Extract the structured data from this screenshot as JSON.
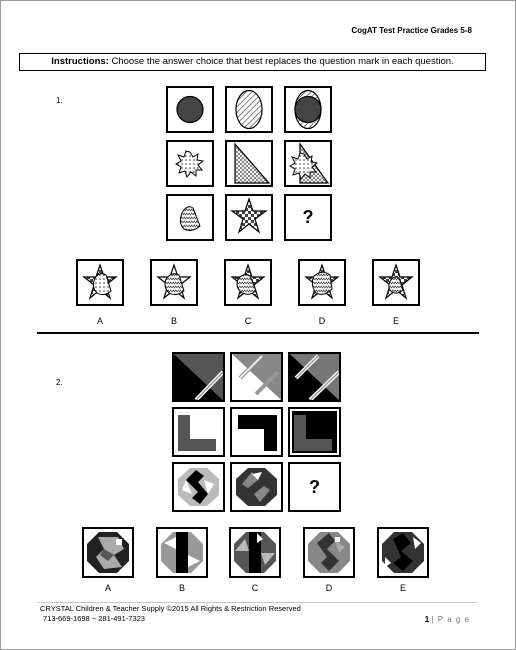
{
  "header": {
    "title": "CogAT Test Practice Grades 5-8"
  },
  "instructions": {
    "label": "Instructions:",
    "text": "Choose the answer choice that best replaces the question mark in each question."
  },
  "question1": {
    "number": "1.",
    "missing": "?",
    "choices": [
      "A",
      "B",
      "C",
      "D",
      "E"
    ]
  },
  "question2": {
    "number": "2.",
    "missing": "?",
    "choices": [
      "A",
      "B",
      "C",
      "D",
      "E"
    ]
  },
  "footer": {
    "line1": "CRYSTAL Children & Teacher Supply  ©2015 All Rights & Restriction Reserved",
    "line2": "713-669-1698 ~ 281-491-7323",
    "page_number": "1",
    "page_label": "| P a g e"
  }
}
